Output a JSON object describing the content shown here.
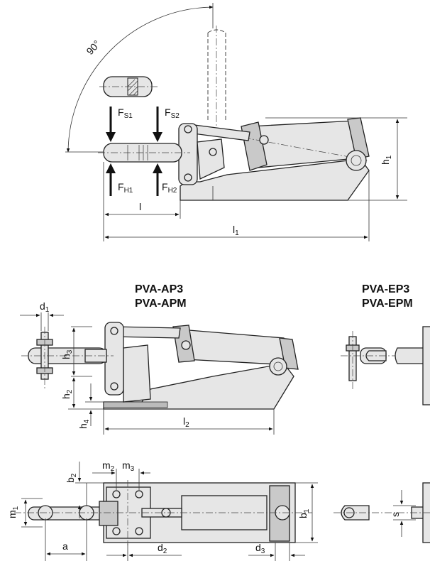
{
  "labels": {
    "angle": "90°",
    "fs1": "F",
    "fs1_sub": "S1",
    "fs2": "F",
    "fs2_sub": "S2",
    "fh1": "F",
    "fh1_sub": "H1",
    "fh2": "F",
    "fh2_sub": "H2",
    "l": "l",
    "l1": "l",
    "l1_sub": "1",
    "h1": "h",
    "h1_sub": "1",
    "d1": "d",
    "d1_sub": "1",
    "h3": "h",
    "h3_sub": "3",
    "h2": "h",
    "h2_sub": "2",
    "h4": "h",
    "h4_sub": "4",
    "l2": "l",
    "l2_sub": "2",
    "b2": "b",
    "b2_sub": "2",
    "m2": "m",
    "m2_sub": "2",
    "m3": "m",
    "m3_sub": "3",
    "m1": "m",
    "m1_sub": "1",
    "b1": "b",
    "b1_sub": "1",
    "a": "a",
    "d2": "d",
    "d2_sub": "2",
    "d3": "d",
    "d3_sub": "3",
    "s": "s"
  },
  "titles": {
    "ap_line1": "PVA-AP3",
    "ap_line2": "PVA-APM",
    "ep_line1": "PVA-EP3",
    "ep_line2": "PVA-EPM"
  }
}
